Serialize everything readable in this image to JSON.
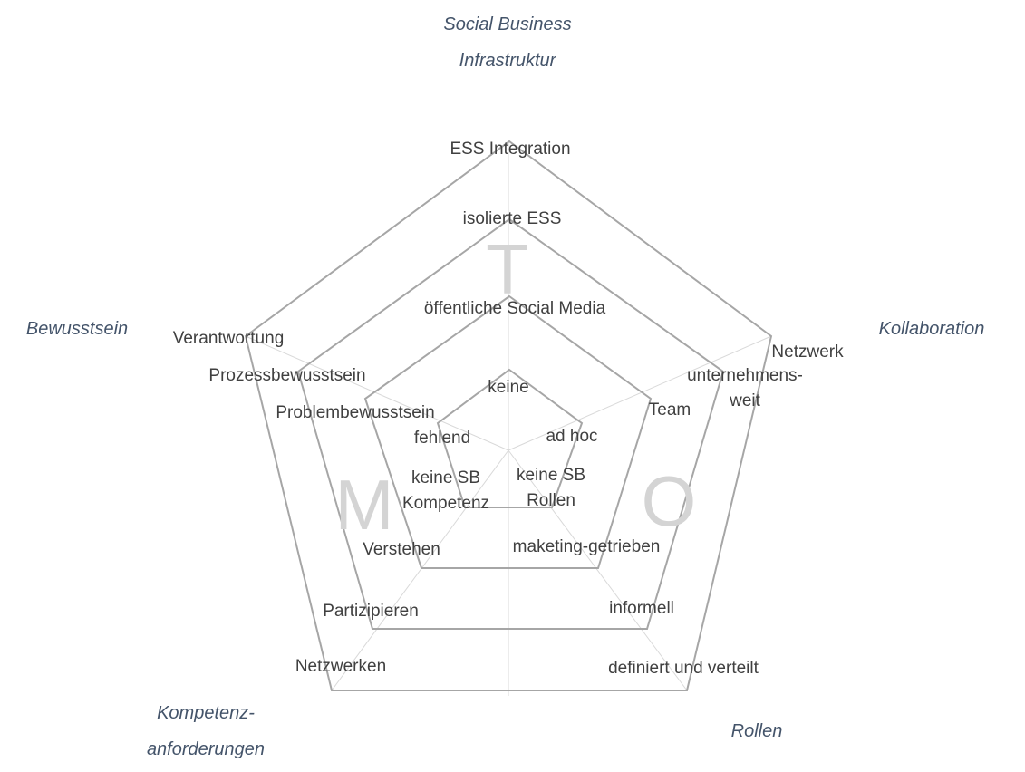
{
  "dimensions": [
    {
      "lines": [
        "Social Business",
        "Infrastruktur"
      ]
    },
    {
      "lines": [
        "Kollaboration"
      ]
    },
    {
      "lines": [
        "Rollen"
      ]
    },
    {
      "lines": [
        "Kompetenz-",
        "anforderungen"
      ]
    },
    {
      "lines": [
        "Bewusstsein"
      ]
    }
  ],
  "axis_letters": {
    "t": "T",
    "o": "O",
    "m": "M"
  },
  "levels": {
    "infrastruktur": [
      {
        "lines": [
          "ESS Integration"
        ]
      },
      {
        "lines": [
          "isolierte ESS"
        ]
      },
      {
        "lines": [
          "öffentliche Social Media"
        ]
      },
      {
        "lines": [
          "keine"
        ]
      }
    ],
    "kollaboration": [
      {
        "lines": [
          "Netzwerk"
        ]
      },
      {
        "lines": [
          "unternehmens-",
          "weit"
        ]
      },
      {
        "lines": [
          "Team"
        ]
      },
      {
        "lines": [
          "ad hoc"
        ]
      }
    ],
    "rollen": [
      {
        "lines": [
          "definiert und verteilt"
        ]
      },
      {
        "lines": [
          "informell"
        ]
      },
      {
        "lines": [
          "maketing-getrieben"
        ]
      },
      {
        "lines": [
          "keine SB",
          "Rollen"
        ]
      }
    ],
    "kompetenz": [
      {
        "lines": [
          "Netzwerken"
        ]
      },
      {
        "lines": [
          "Partizipieren"
        ]
      },
      {
        "lines": [
          "Verstehen"
        ]
      },
      {
        "lines": [
          "keine SB",
          "Kompetenz"
        ]
      }
    ],
    "bewusstsein": [
      {
        "lines": [
          "Verantwortung"
        ]
      },
      {
        "lines": [
          "Prozessbewusstsein"
        ]
      },
      {
        "lines": [
          "Problembewusstsein"
        ]
      },
      {
        "lines": [
          "fehlend"
        ]
      }
    ]
  },
  "colors": {
    "dimension_text": "#44546a",
    "level_text": "#404040",
    "ring_stroke": "#a6a6a6",
    "axis_stroke": "#d9d9d9",
    "letter_fill": "#d4d4d4"
  }
}
